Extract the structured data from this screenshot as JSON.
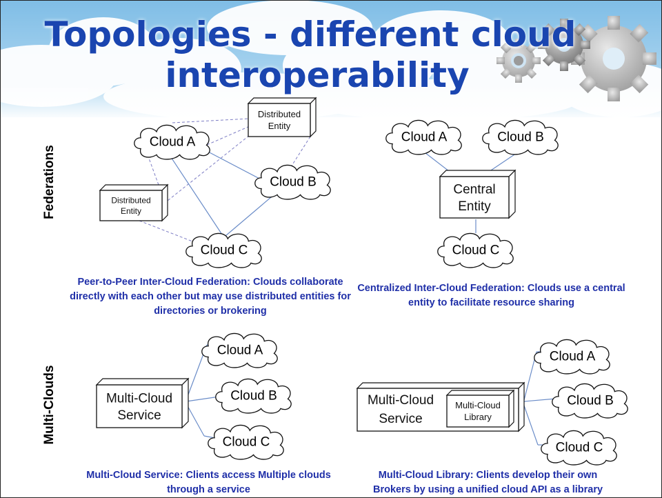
{
  "slide": {
    "title_line1": "Topologies - different cloud",
    "title_line2": "interoperability",
    "side_label_federations": "Federations",
    "side_label_multiclouds": "Multi-Clouds"
  },
  "diagrams": {
    "p2p": {
      "clouds": [
        "Cloud A",
        "Cloud B",
        "Cloud C"
      ],
      "entity_top": [
        "Distributed",
        "Entity"
      ],
      "entity_left": [
        "Distributed",
        "Entity"
      ],
      "caption": "Peer-to-Peer Inter-Cloud Federation: Clouds collaborate directly with each other but may use distributed entities for directories or brokering"
    },
    "centralized": {
      "clouds": [
        "Cloud A",
        "Cloud B",
        "Cloud C"
      ],
      "entity": [
        "Central",
        "Entity"
      ],
      "caption": "Centralized Inter-Cloud Federation: Clouds use a central entity to facilitate resource sharing"
    },
    "multi_cloud_service": {
      "clouds": [
        "Cloud A",
        "Cloud B",
        "Cloud C"
      ],
      "service": [
        "Multi-Cloud",
        "Service"
      ],
      "caption": "Multi-Cloud Service: Clients access Multiple clouds through a service"
    },
    "multi_cloud_library": {
      "clouds": [
        "Cloud A",
        "Cloud B",
        "Cloud C"
      ],
      "service": [
        "Multi-Cloud",
        "Service"
      ],
      "library": [
        "Multi-Cloud",
        "Library"
      ],
      "caption": "Multi-Cloud Library: Clients develop their own Brokers by using a unified cloud API as a library"
    }
  },
  "colors": {
    "title": "#1a45b0",
    "caption": "#1f2fa8",
    "solid_line": "#6a8cc8",
    "dashed_line": "#7c7cc4",
    "sky": "#9ccbe9",
    "gear": "#8a8a8a"
  }
}
